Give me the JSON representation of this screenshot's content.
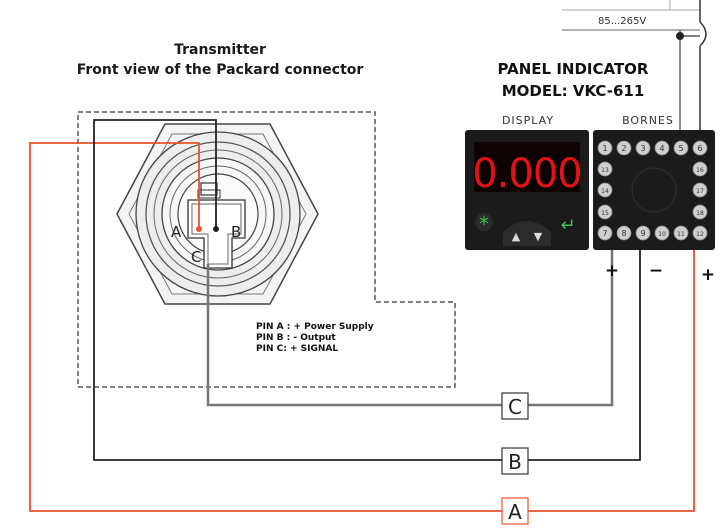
{
  "transmitter": {
    "title": "Transmitter",
    "subtitle": "Front view of the Packard connector",
    "pins": {
      "a": "A",
      "b": "B",
      "c": "C"
    }
  },
  "panel": {
    "title_line1": "PANEL INDICATOR",
    "title_line2": "MODEL: VKC-611",
    "display_label": "DISPLAY",
    "bornes_label": "BORNES",
    "display_value": "0.000",
    "star": "*",
    "up": "▲",
    "down": "▼",
    "enter": "↵",
    "terminal_numbers": [
      "1",
      "2",
      "3",
      "4",
      "5",
      "6",
      "7",
      "8",
      "9",
      "10",
      "11",
      "12",
      "13",
      "14",
      "15",
      "16",
      "17",
      "18"
    ]
  },
  "supply": {
    "voltage": "85...265V"
  },
  "polarity": {
    "plus_left": "+",
    "minus": "−",
    "plus_right": "+"
  },
  "legend": {
    "pin_a": "PIN A : + Power Supply",
    "pin_b": "PIN B : - Output",
    "pin_c": "PIN C: + SIGNAL"
  },
  "wire_labels": {
    "c": "C",
    "b": "B",
    "a": "A"
  },
  "colors": {
    "wire_a": "#e8502e",
    "wire_b": "#222222",
    "wire_c": "#777777",
    "led": "#e0121a",
    "panel_bg": "#1b1b1b"
  }
}
